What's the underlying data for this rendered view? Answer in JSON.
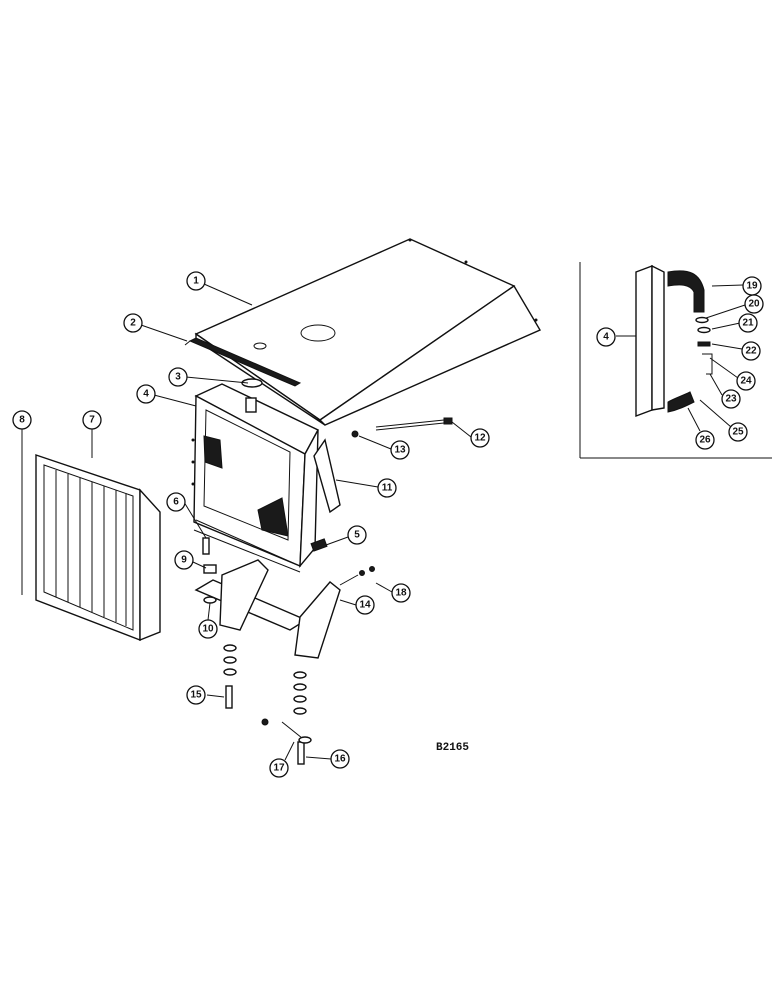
{
  "drawing_code": "B2165",
  "callouts": [
    {
      "id": "c1",
      "label": "1"
    },
    {
      "id": "c2",
      "label": "2"
    },
    {
      "id": "c3",
      "label": "3"
    },
    {
      "id": "c4",
      "label": "4"
    },
    {
      "id": "c5",
      "label": "5"
    },
    {
      "id": "c6",
      "label": "6"
    },
    {
      "id": "c7",
      "label": "7"
    },
    {
      "id": "c8",
      "label": "8"
    },
    {
      "id": "c9",
      "label": "9"
    },
    {
      "id": "c10",
      "label": "10"
    },
    {
      "id": "c11",
      "label": "11"
    },
    {
      "id": "c12",
      "label": "12"
    },
    {
      "id": "c13",
      "label": "13"
    },
    {
      "id": "c14",
      "label": "14"
    },
    {
      "id": "c15",
      "label": "15"
    },
    {
      "id": "c16",
      "label": "16"
    },
    {
      "id": "c17",
      "label": "17"
    },
    {
      "id": "c18",
      "label": "18"
    },
    {
      "id": "c4b",
      "label": "4"
    },
    {
      "id": "c19",
      "label": "19"
    },
    {
      "id": "c20",
      "label": "20"
    },
    {
      "id": "c21",
      "label": "21"
    },
    {
      "id": "c22",
      "label": "22"
    },
    {
      "id": "c23",
      "label": "23"
    },
    {
      "id": "c24",
      "label": "24"
    },
    {
      "id": "c25",
      "label": "25"
    },
    {
      "id": "c26",
      "label": "26"
    }
  ]
}
